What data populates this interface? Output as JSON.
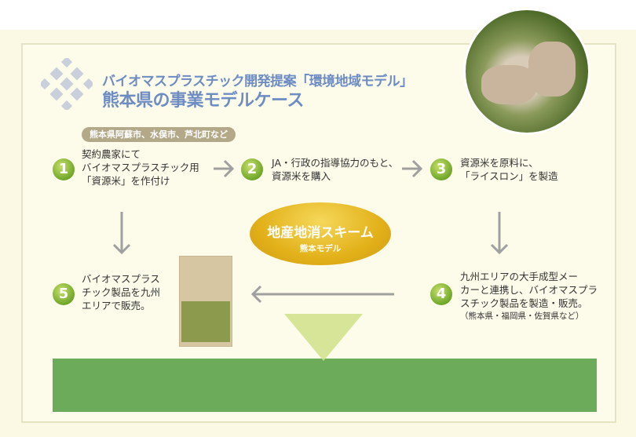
{
  "header": {
    "title_line1": "バイオマスプラスチック開発提案「環境地域モデル」",
    "title_line2": "熊本県の事業モデルケース"
  },
  "region_tag": "熊本県阿蘇市、水俣市、芦北町など",
  "steps": [
    {
      "num": "1",
      "lines": [
        "契約農家にて",
        "バイオマスプラスチック用",
        "「資源米」を作付け"
      ]
    },
    {
      "num": "2",
      "lines": [
        "JA・行政の指導協力のもと、",
        "資源米を購入"
      ]
    },
    {
      "num": "3",
      "lines": [
        "資源米を原料に、",
        "「ライスロン」を製造"
      ]
    },
    {
      "num": "4",
      "lines": [
        "九州エリアの大手成型メー",
        "カーと連携し、バイオマスプラ",
        "スチック製品を製造・販売。"
      ],
      "note": "（熊本県・福岡県・佐賀県など）"
    },
    {
      "num": "5",
      "lines": [
        "バイオマスプラス",
        "チック製品を九州",
        "エリアで販売。"
      ]
    }
  ],
  "center": {
    "title": "地産地消スキーム",
    "subtitle": "熊本モデル"
  },
  "colors": {
    "title": "#6d8cc4",
    "green": "#6cab5a",
    "gold": "#e2b11a"
  }
}
